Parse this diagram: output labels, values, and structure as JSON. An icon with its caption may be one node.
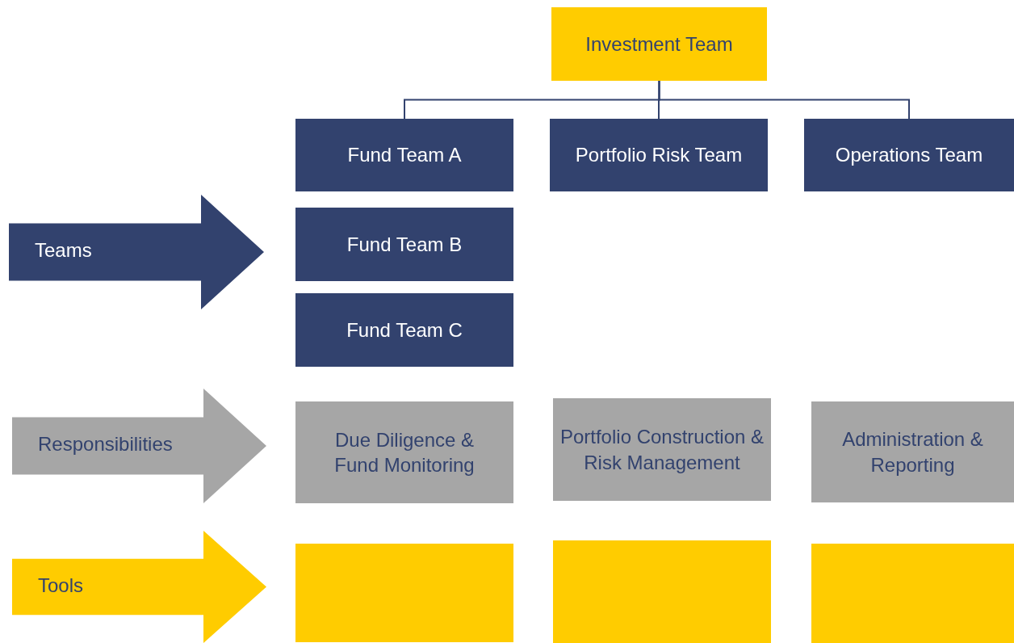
{
  "diagram": {
    "nodes": [
      {
        "text": [
          "Investment Team"
        ]
      },
      {
        "text": [
          "Fund Team A"
        ]
      },
      {
        "text": [
          "Portfolio Risk Team"
        ]
      },
      {
        "text": [
          "Operations Team"
        ]
      },
      {
        "text": [
          "Teams"
        ]
      },
      {
        "text": [
          "Fund Team B"
        ]
      },
      {
        "text": [
          "Fund Team C"
        ]
      },
      {
        "text": [
          "Responsibilities"
        ]
      },
      {
        "text": [
          "Due Diligence & Fund Monitoring"
        ]
      },
      {
        "text": [
          "Portfolio Construction & Risk Management"
        ]
      },
      {
        "text": [
          "Administration & Reporting"
        ]
      },
      {
        "text": [
          "Tools"
        ]
      },
      {
        "text": [],
        "shape": "box"
      },
      {
        "text": [],
        "shape": "box"
      },
      {
        "text": [],
        "shape": "box"
      }
    ],
    "edges": [
      {
        "from": 0,
        "to": 1,
        "arrow": "none"
      },
      {
        "from": 0,
        "to": 2,
        "arrow": "none"
      },
      {
        "from": 0,
        "to": 3,
        "arrow": "none"
      }
    ]
  }
}
